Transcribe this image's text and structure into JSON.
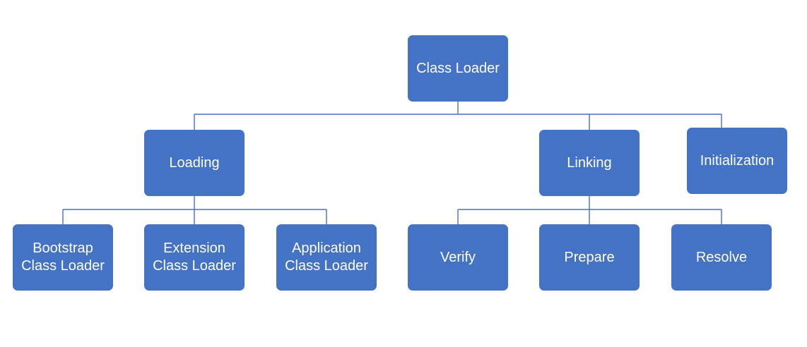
{
  "colors": {
    "node_fill": "#4472c4",
    "node_text": "#ffffff",
    "connector": "#4472c4",
    "background": "#ffffff"
  },
  "nodes": {
    "root": {
      "label": "Class Loader"
    },
    "loading": {
      "label": "Loading"
    },
    "linking": {
      "label": "Linking"
    },
    "initialization": {
      "label": "Initialization"
    },
    "bootstrap": {
      "line1": "Bootstrap",
      "line2": "Class Loader"
    },
    "extension": {
      "line1": "Extension",
      "line2": "Class Loader"
    },
    "application": {
      "line1": "Application",
      "line2": "Class Loader"
    },
    "verify": {
      "label": "Verify"
    },
    "prepare": {
      "label": "Prepare"
    },
    "resolve": {
      "label": "Resolve"
    }
  },
  "edges": [
    {
      "from": "root",
      "to": "loading"
    },
    {
      "from": "root",
      "to": "linking"
    },
    {
      "from": "root",
      "to": "initialization"
    },
    {
      "from": "loading",
      "to": "bootstrap"
    },
    {
      "from": "loading",
      "to": "extension"
    },
    {
      "from": "loading",
      "to": "application"
    },
    {
      "from": "linking",
      "to": "verify"
    },
    {
      "from": "linking",
      "to": "prepare"
    },
    {
      "from": "linking",
      "to": "resolve"
    }
  ]
}
